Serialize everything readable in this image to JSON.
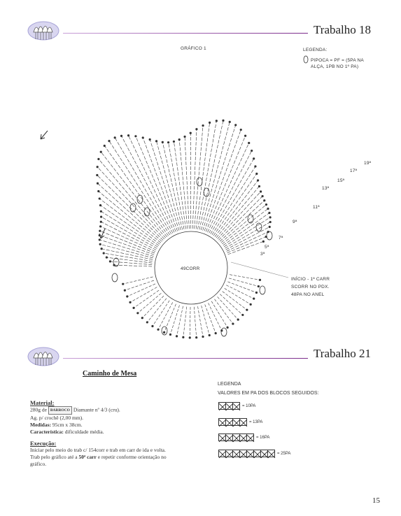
{
  "header1": {
    "title": "Trabalho 18"
  },
  "chart1": {
    "caption": "GRÁFICO 1",
    "center_label": "49CORR",
    "legend_title": "LEGENDA:",
    "legend_item": "PIPOCA = PF = (5PA NA ALÇA, 1PB NO 1º PA)",
    "start_note": [
      "INÍCIO - 1ª CARR",
      "SCORR NO PDX.",
      "48PA NO ANEL"
    ],
    "round_labels": [
      "19ª",
      "17ª",
      "15ª",
      "13ª",
      "11ª",
      "9ª",
      "7ª",
      "5ª",
      "3ª"
    ]
  },
  "header2": {
    "title": "Trabalho 21"
  },
  "article": {
    "title": "Caminho de Mesa",
    "material_heading": "Material:",
    "material_line1": "280g de",
    "brand": "BARROCO",
    "material_line1_tail": "Diamante nº 4/3 (cru).",
    "material_line2": "Ag. p/ crochê (2,00 mm).",
    "medidas_label": "Medidas:",
    "medidas_value": "95cm x 38cm.",
    "carac_label": "Característica:",
    "carac_value": "dificuldade média.",
    "execucao_heading": "Execução:",
    "exec_line1": "Iniciar pelo meio do trab c/ 154corr e trab em carr de ida e volta.",
    "exec_line2_pre": "Trab pelo gráfico até a",
    "exec_line2_bold": "50ª carr",
    "exec_line2_post": "e repetir conforme orientação no",
    "exec_line3": "gráfico."
  },
  "legend2": {
    "title": "LEGENDA",
    "subtitle": "VALORES EM PA DOS BLOCOS SEGUIDOS:",
    "rows": [
      {
        "cells": 3,
        "label": "= 10PA"
      },
      {
        "cells": 4,
        "label": "= 13PA"
      },
      {
        "cells": 5,
        "label": "= 16PA"
      },
      {
        "cells": 8,
        "label": "= 25PA"
      }
    ]
  },
  "page_number": "15"
}
